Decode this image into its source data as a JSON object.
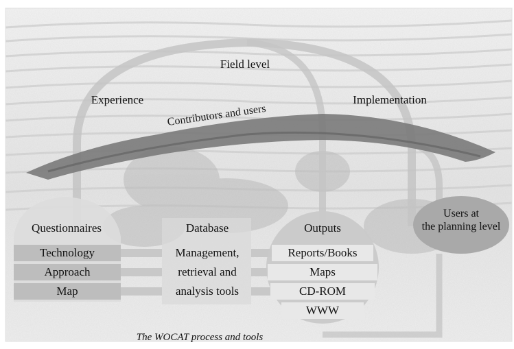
{
  "diagram": {
    "arch": {
      "title": "Field level",
      "left_label": "Experience",
      "right_label": "Implementation",
      "band_label": "Contributors and users"
    },
    "questionnaires": {
      "heading": "Questionnaires",
      "items": [
        "Technology",
        "Approach",
        "Map"
      ]
    },
    "database": {
      "heading": "Database",
      "lines": [
        "Management,",
        "retrieval and",
        "analysis tools"
      ]
    },
    "outputs": {
      "heading": "Outputs",
      "items": [
        "Reports/Books",
        "Maps",
        "CD-ROM",
        "WWW"
      ]
    },
    "users_planning": {
      "line1": "Users at",
      "line2": "the planning level"
    },
    "caption": "The WOCAT process and tools"
  }
}
